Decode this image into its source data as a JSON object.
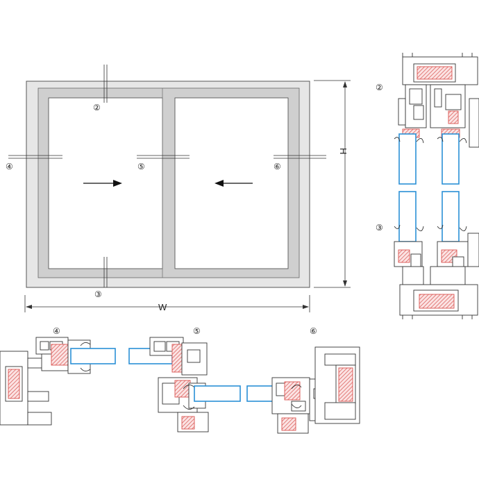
{
  "labels": {
    "section_2": "②",
    "section_3": "③",
    "section_4": "④",
    "section_5": "⑤",
    "section_6": "⑥"
  },
  "dimensions": {
    "width": "W",
    "height": "H"
  },
  "icons": {
    "arrow_right": "arrow-right-icon",
    "arrow_left": "arrow-left-icon"
  },
  "colors": {
    "frame_fill": "#e6e6e6",
    "sash_fill": "#cfcfcf",
    "line": "#333333",
    "reinforcement": "#d9534f",
    "glass": "#2a8fd6"
  }
}
